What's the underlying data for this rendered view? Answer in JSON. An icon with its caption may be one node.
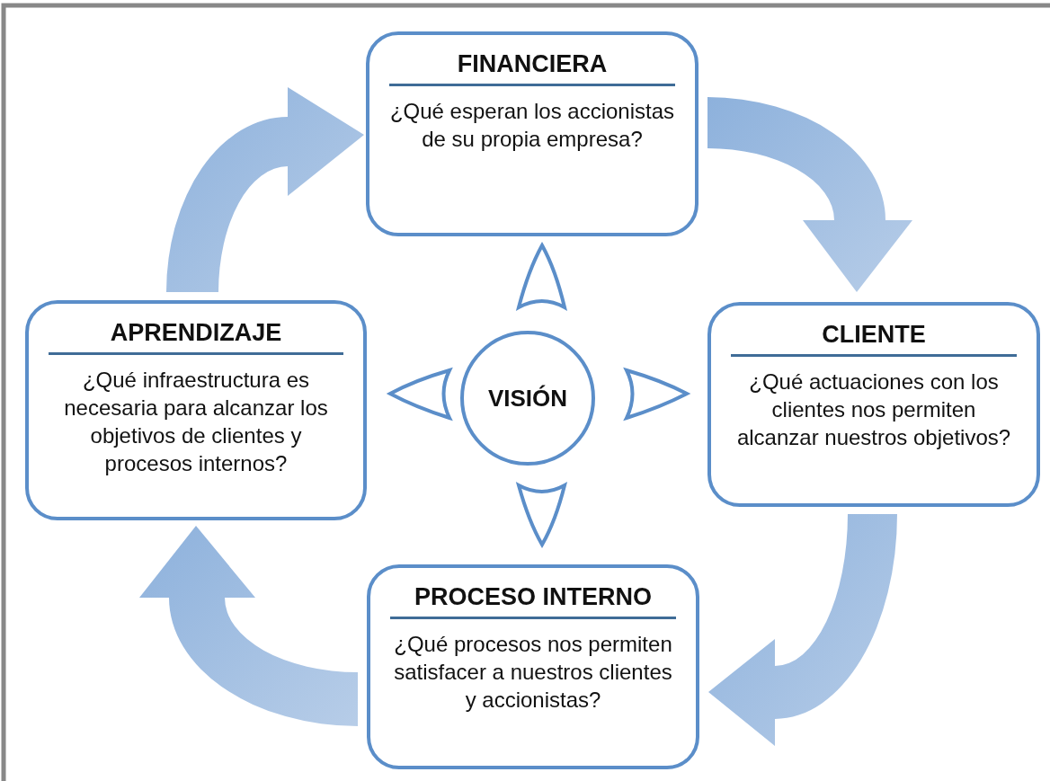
{
  "diagram": {
    "nodes": [
      {
        "text": [
          "FINANCIERA",
          "¿Qué esperan los accionistas de su propia empresa?"
        ]
      },
      {
        "text": [
          "CLIENTE",
          "¿Qué actuaciones con los clientes nos permiten alcanzar nuestros objetivos?"
        ]
      },
      {
        "text": [
          "PROCESO INTERNO",
          "¿Qué procesos nos permiten satisfacer a nuestros clientes y accionistas?"
        ]
      },
      {
        "text": [
          "APRENDIZAJE",
          "¿Qué infraestructura es necesaria para alcanzar los objetivos de clientes y procesos internos?"
        ]
      },
      {
        "text": [
          "VISIÓN"
        ]
      }
    ],
    "edges": [
      {
        "from": 0,
        "to": 1,
        "arrow": "to",
        "style": "thick"
      },
      {
        "from": 1,
        "to": 2,
        "arrow": "to",
        "style": "thick"
      },
      {
        "from": 2,
        "to": 3,
        "arrow": "to",
        "style": "thick"
      },
      {
        "from": 3,
        "to": 0,
        "arrow": "to",
        "style": "thick"
      },
      {
        "from": 4,
        "to": 0,
        "arrow": "to"
      },
      {
        "from": 4,
        "to": 1,
        "arrow": "to"
      },
      {
        "from": 4,
        "to": 2,
        "arrow": "to"
      },
      {
        "from": 4,
        "to": 3,
        "arrow": "to"
      }
    ]
  }
}
